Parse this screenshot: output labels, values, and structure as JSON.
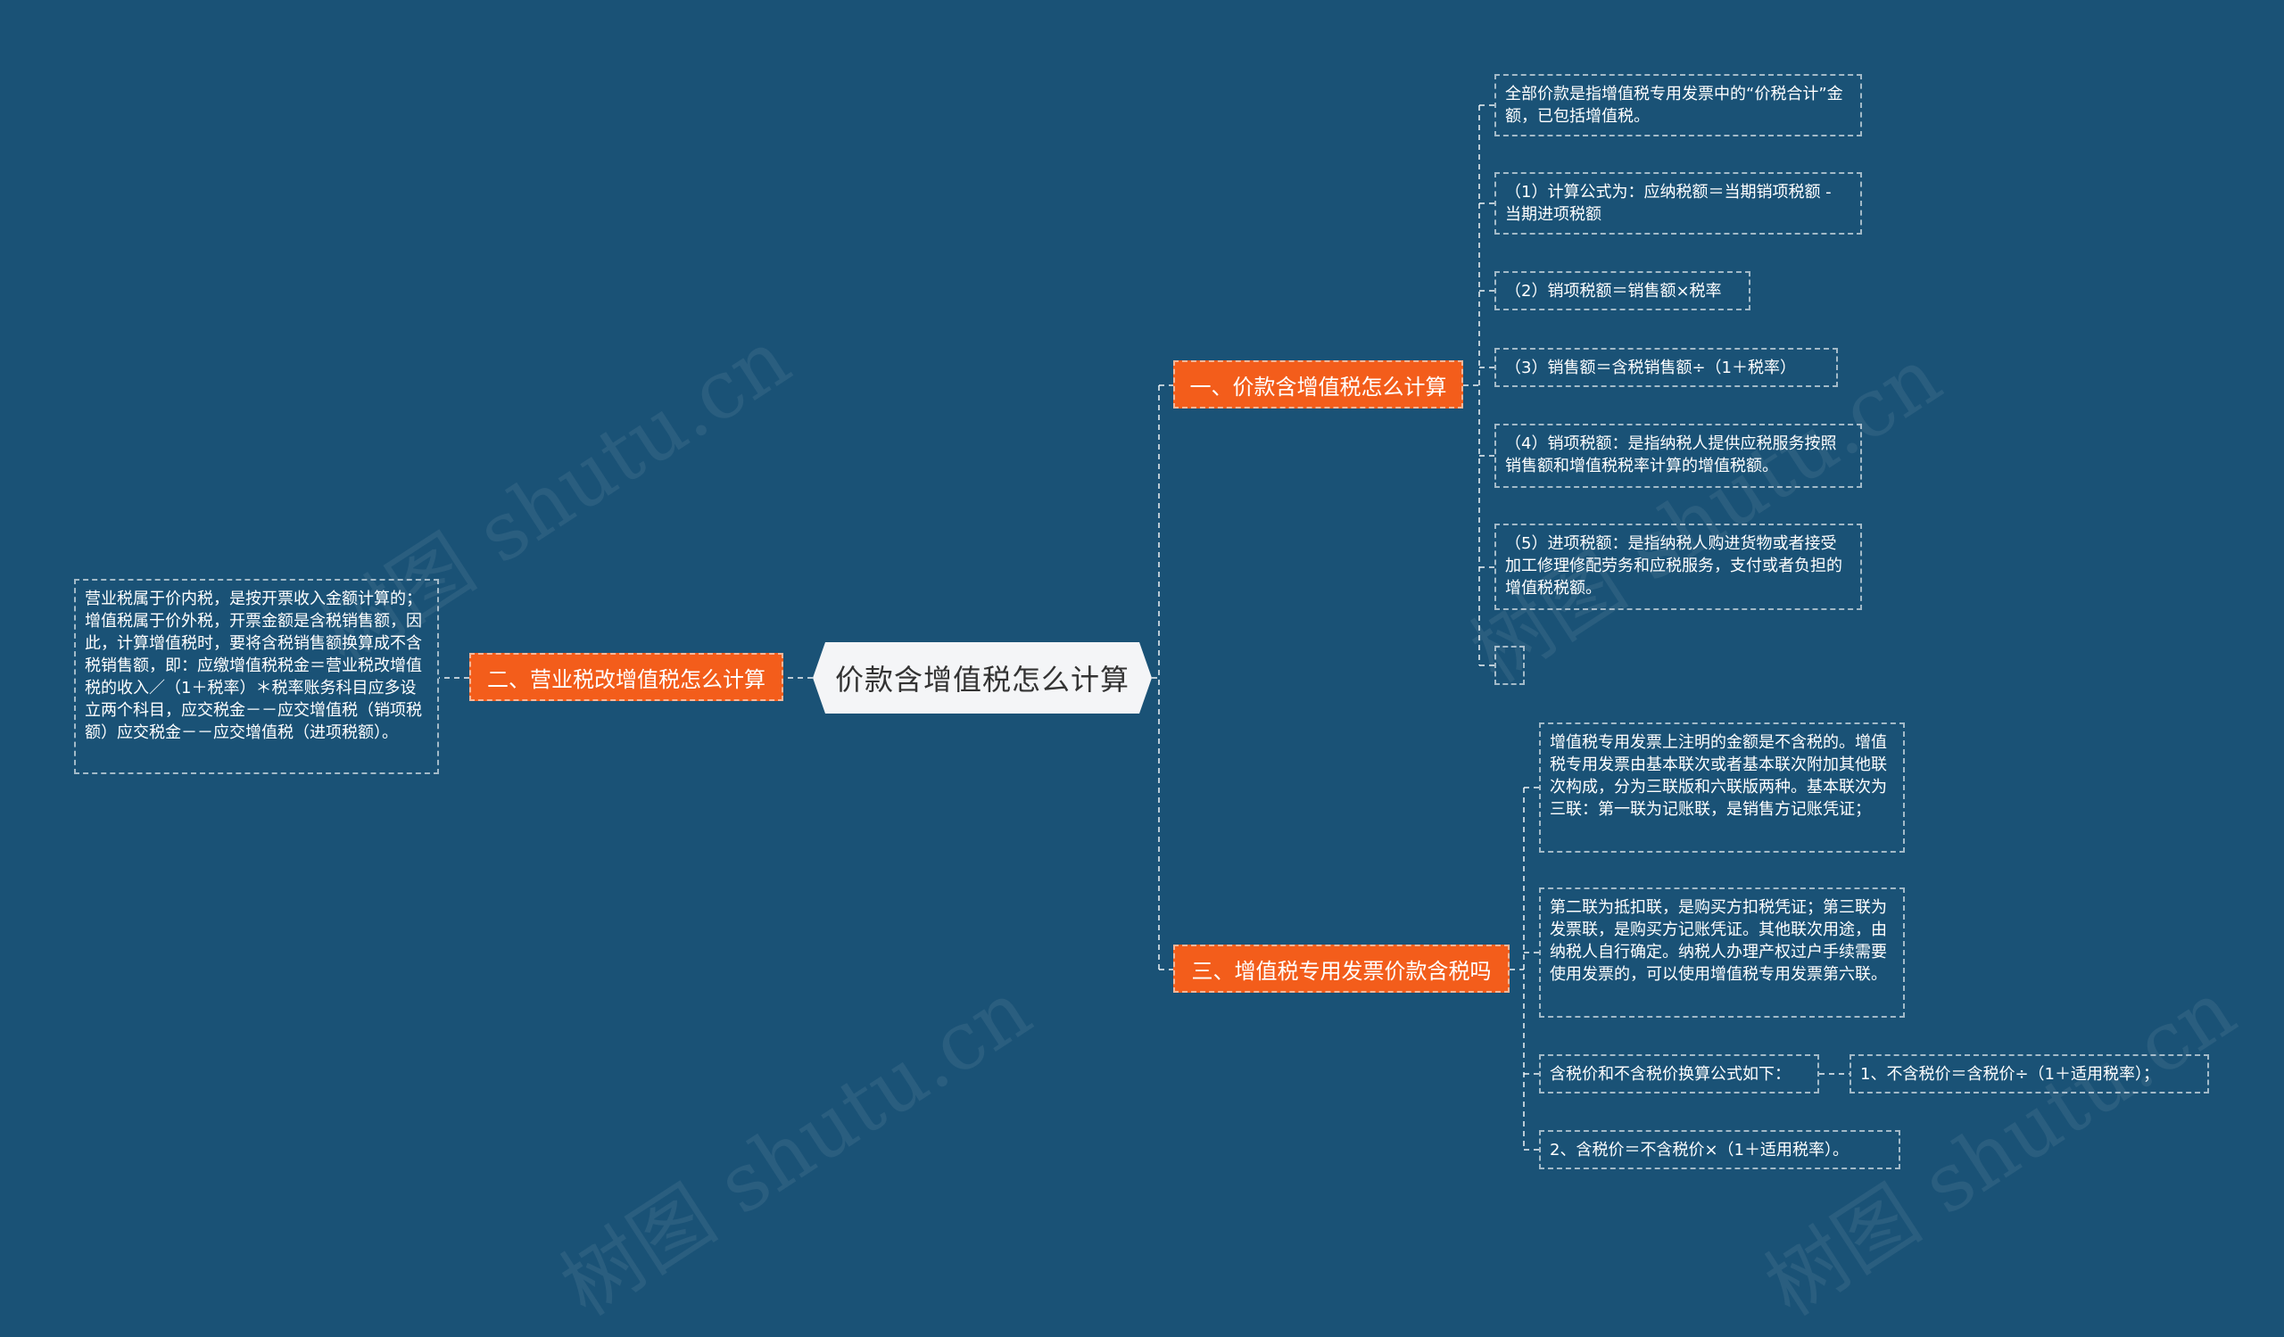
{
  "root": {
    "label": "价款含增值税怎么计算"
  },
  "branches": {
    "b1": {
      "label": "一、价款含增值税怎么计算"
    },
    "b2": {
      "label": "二、营业税改增值税怎么计算"
    },
    "b3": {
      "label": "三、增值税专用发票价款含税吗"
    }
  },
  "leaves": {
    "b1": [
      "全部价款是指增值税专用发票中的“价税合计”金额，已包括增值税。",
      "（1）计算公式为：应纳税额＝当期销项税额 - 当期进项税额",
      "（2）销项税额＝销售额×税率",
      "（3）销售额＝含税销售额÷（1＋税率）",
      "（4）销项税额：是指纳税人提供应税服务按照销售额和增值税税率计算的增值税额。",
      "（5）进项税额：是指纳税人购进货物或者接受加工修理修配劳务和应税服务，支付或者负担的增值税税额。",
      ""
    ],
    "b2": [
      "营业税属于价内税，是按开票收入金额计算的；增值税属于价外税，开票金额是含税销售额，因此，计算增值税时，要将含税销售额换算成不含税销售额，即：应缴增值税税金＝营业税改增值税的收入／（1＋税率）＊税率账务科目应多设立两个科目，应交税金－－应交增值税（销项税额）应交税金－－应交增值税（进项税额）。"
    ],
    "b3": [
      "增值税专用发票上注明的金额是不含税的。增值税专用发票由基本联次或者基本联次附加其他联次构成，分为三联版和六联版两种。基本联次为三联：第一联为记账联，是销售方记账凭证；",
      "第二联为抵扣联，是购买方扣税凭证；第三联为发票联，是购买方记账凭证。其他联次用途，由纳税人自行确定。纳税人办理产权过户手续需要使用发票的，可以使用增值税专用发票第六联。",
      "含税价和不含税价换算公式如下：",
      "2、含税价＝不含税价×（1＋适用税率）。"
    ],
    "b3_sub": [
      "1、不含税价＝含税价÷（1＋适用税率）；"
    ]
  },
  "watermark": {
    "text": "树图 shutu.cn"
  },
  "colors": {
    "background": "#1a5276",
    "branch": "#f35d1b",
    "root": "#f4f5f7"
  }
}
